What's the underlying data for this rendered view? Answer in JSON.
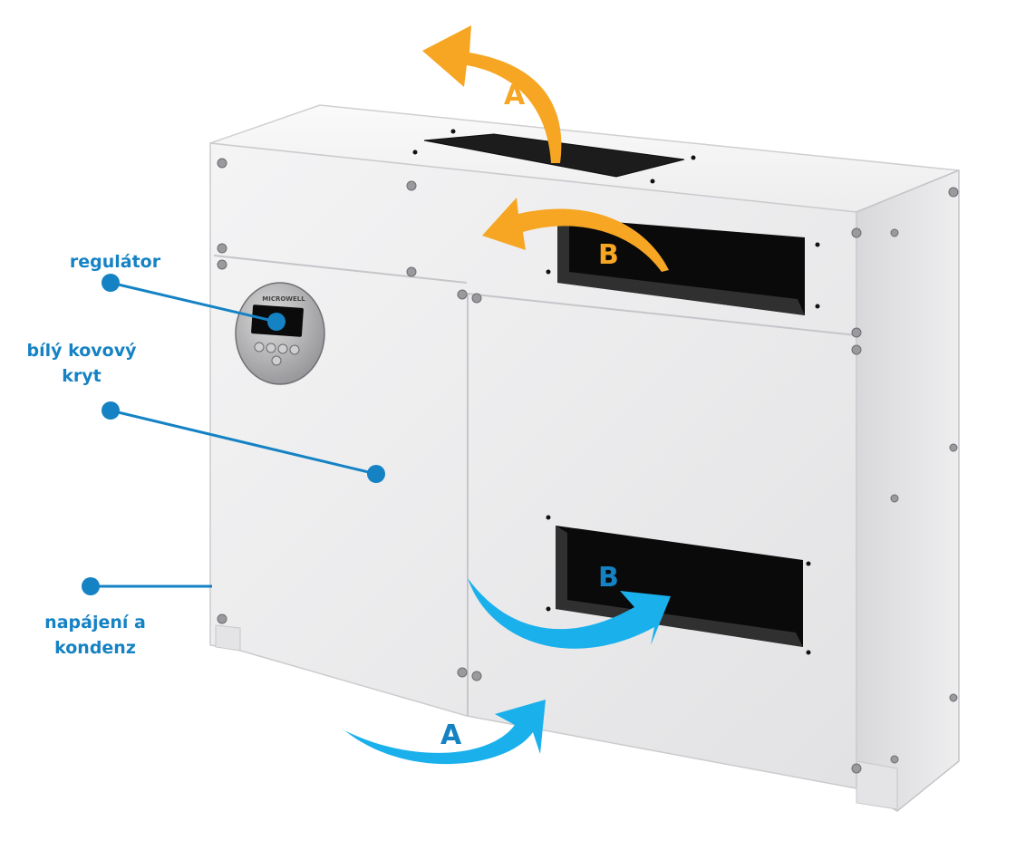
{
  "labels": {
    "regulator": "regulátor",
    "cover_line1": "bílý kovový",
    "cover_line2": "kryt",
    "power_line1": "napájení a",
    "power_line2": "kondenz"
  },
  "airflow": {
    "top_exhaust": "A",
    "upper_grille": "B",
    "lower_grille": "B",
    "bottom_intake": "A"
  },
  "controller": {
    "brand": "MICROWELL"
  },
  "colors": {
    "callout_blue": "#1582c4",
    "arrow_blue": "#1ab0ec",
    "arrow_orange": "#f6a623",
    "unit_white": "#ececed",
    "grille_black": "#0a0a0a"
  }
}
